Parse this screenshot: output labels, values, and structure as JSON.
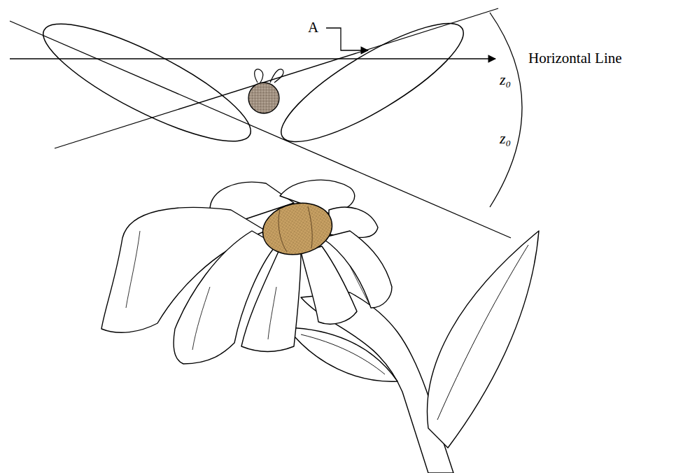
{
  "diagram": {
    "labels": [
      "A",
      "z₀",
      "z₀",
      "Horizontal Line"
    ]
  }
}
